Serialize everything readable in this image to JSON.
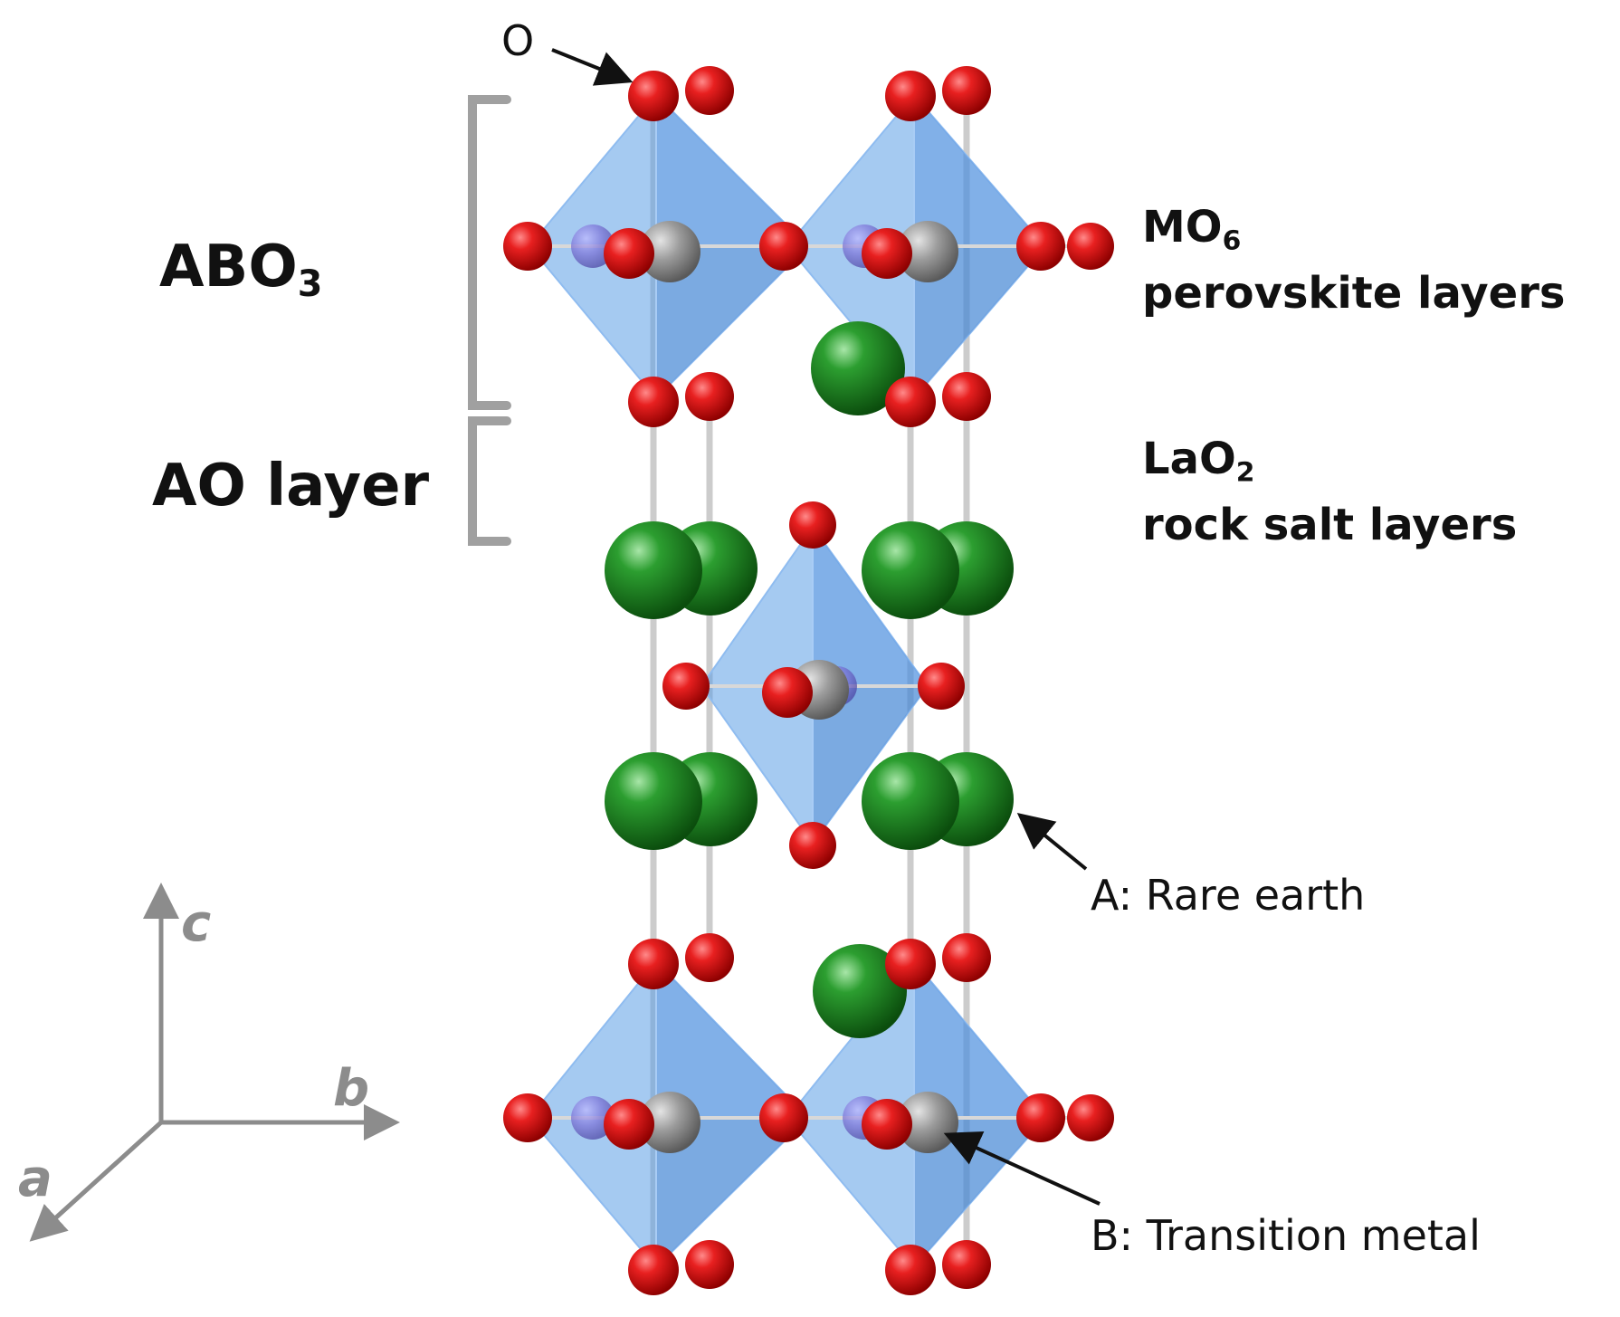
{
  "labels": {
    "abo3": {
      "main": "ABO",
      "sub": "3"
    },
    "ao_layer": "AO layer",
    "mo6": {
      "main": "MO",
      "sub": "6",
      "line2": "perovskite layers"
    },
    "lao2": {
      "main": "LaO",
      "sub": "2",
      "line2": "rock salt layers"
    },
    "oxygen": "O",
    "rare_earth": "A: Rare earth",
    "transition_metal": "B: Transition metal"
  },
  "axes": {
    "c": "c",
    "b": "b",
    "a": "a"
  },
  "colors": {
    "oxygen": "#e01818",
    "rare_earth": "#1f8a22",
    "transition_metal": "#9a9a9a",
    "octahedron": "#5b9ee6",
    "bracket": "#a0a0a0",
    "axis": "#8c8c8c",
    "bond": "#c8c8c8"
  }
}
